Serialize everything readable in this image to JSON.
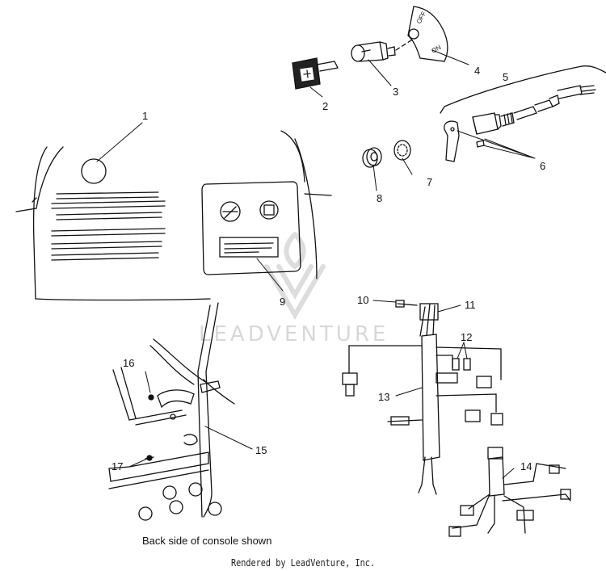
{
  "watermark": {
    "text": "LEADVENTURE"
  },
  "part_labels": {
    "p1": "1",
    "p2": "2",
    "p3": "3",
    "p4": "4",
    "p5": "5",
    "p6": "6",
    "p7": "7",
    "p8": "8",
    "p9": "9",
    "p10": "10",
    "p11": "11",
    "p12": "12",
    "p13": "13",
    "p14": "14",
    "p15": "15",
    "p16": "16",
    "p17": "17"
  },
  "switch_plate": {
    "off": "OFF",
    "on": "ON"
  },
  "caption": "Back side of console shown",
  "credit": "Rendered by LeadVenture, Inc."
}
